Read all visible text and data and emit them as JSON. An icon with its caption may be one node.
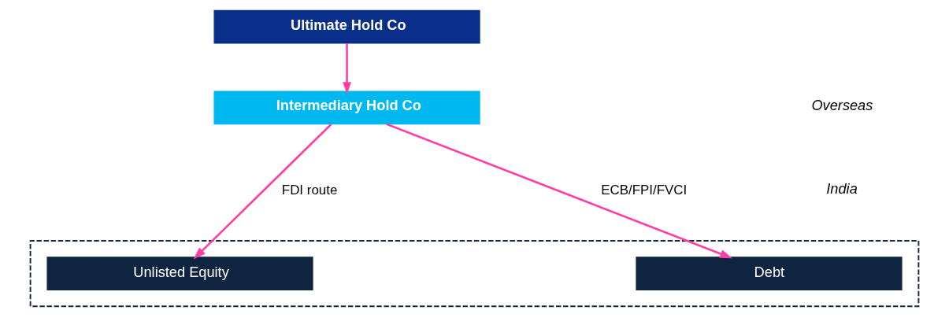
{
  "diagram": {
    "nodes": [
      {
        "text": [
          "Ultimate Hold Co"
        ]
      },
      {
        "text": [
          "Intermediary Hold Co"
        ]
      },
      {
        "text": [],
        "shape": "box"
      },
      {
        "text": [
          "Unlisted Equity"
        ],
        "in": 2
      },
      {
        "text": [
          "Debt"
        ],
        "in": 2
      }
    ],
    "edges": [
      {
        "from": 0,
        "to": 1,
        "arrow": "to"
      },
      {
        "from": 1,
        "to": 3,
        "arrow": "to",
        "label": "FDI route"
      },
      {
        "from": 1,
        "to": 4,
        "arrow": "to",
        "label": "ECB/FPI/FVCI"
      }
    ],
    "labels": [
      "Overseas",
      "India"
    ]
  }
}
